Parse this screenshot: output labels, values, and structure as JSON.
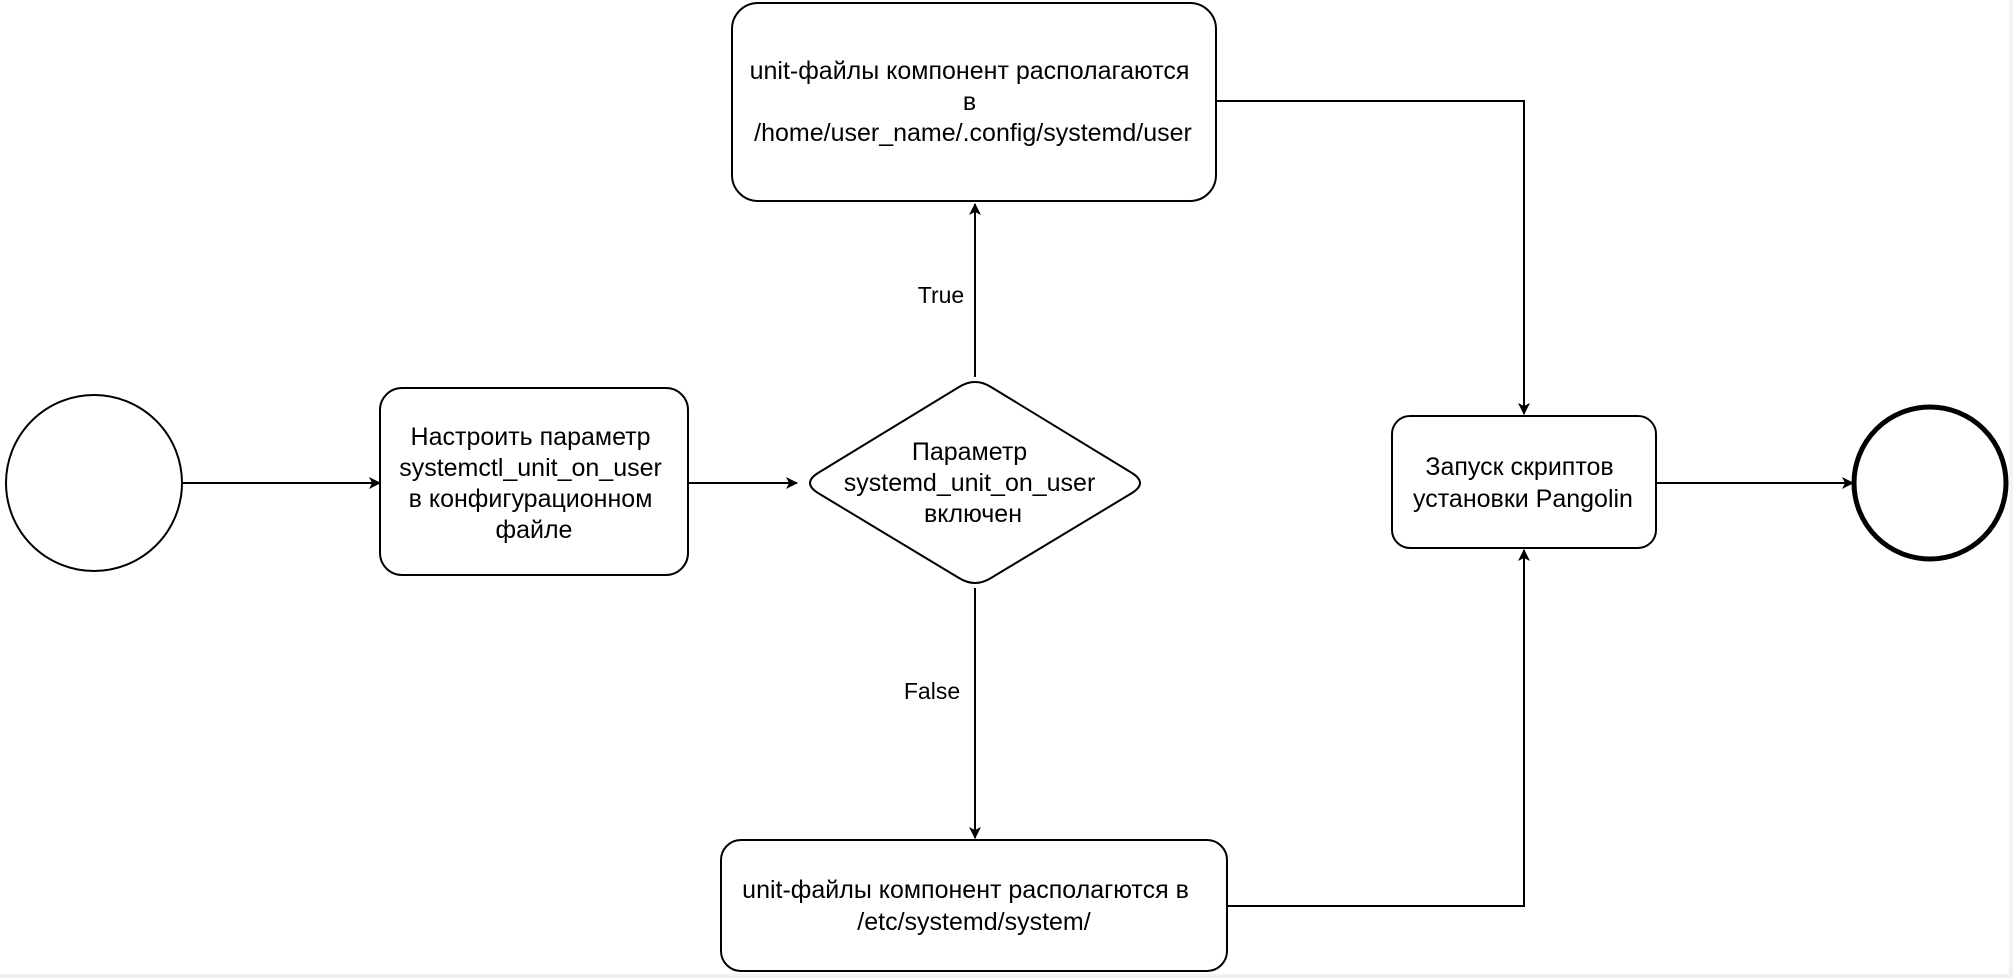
{
  "diagram": {
    "nodes": {
      "start": {
        "kind": "start-event"
      },
      "configure": {
        "kind": "task",
        "lines": [
          "Настроить параметр",
          "systemctl_unit_on_user",
          "в конфигурационном",
          "файле"
        ]
      },
      "decision": {
        "kind": "gateway",
        "lines": [
          "Параметр",
          "systemd_unit_on_user",
          "включен"
        ]
      },
      "user_units": {
        "kind": "task",
        "lines": [
          "unit-файлы компонент располагаются",
          "в",
          "/home/user_name/.config/systemd/user"
        ]
      },
      "system_units": {
        "kind": "task",
        "lines": [
          "unit-файлы компонент располагются в",
          "/etc/systemd/system/"
        ]
      },
      "run_scripts": {
        "kind": "task",
        "lines": [
          "Запуск скриптов",
          "установки Pangolin"
        ]
      },
      "end": {
        "kind": "end-event"
      }
    },
    "edges": {
      "true_label": "True",
      "false_label": "False"
    }
  }
}
